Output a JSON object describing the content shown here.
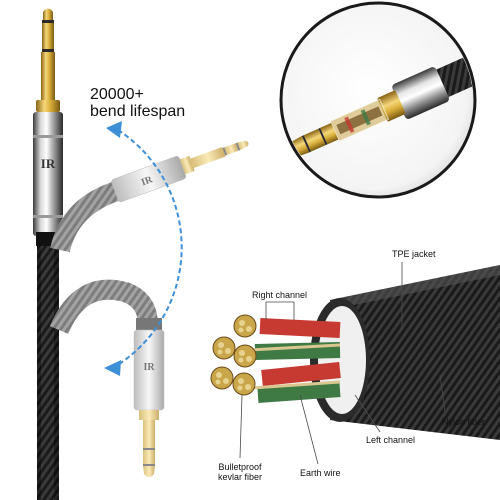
{
  "photo": {
    "subject": "3.5mm aux audio cable",
    "bend_callout": {
      "line1": "20000+",
      "line2": "bend lifespan"
    },
    "brand_mark": "IR",
    "cross_section_labels": {
      "right_channel": "Right channel",
      "tpe_jacket": "TPE jacket",
      "left_channel": "Left channel",
      "nylon_fiber": "Nylon fiber",
      "earth_wire": "Earth wire",
      "bulletproof_line1": "Bulletproof",
      "bulletproof_line2": "kevlar fiber"
    },
    "colors": {
      "arrow_blue": "#3d8fd6",
      "gold": "#d9ae3a",
      "cable_black": "#1e1e1e",
      "red_wire": "#c63a32",
      "green_wire": "#3f7a45"
    },
    "icons": [
      "bend-arrow-icon",
      "zoom-lens-icon"
    ]
  }
}
